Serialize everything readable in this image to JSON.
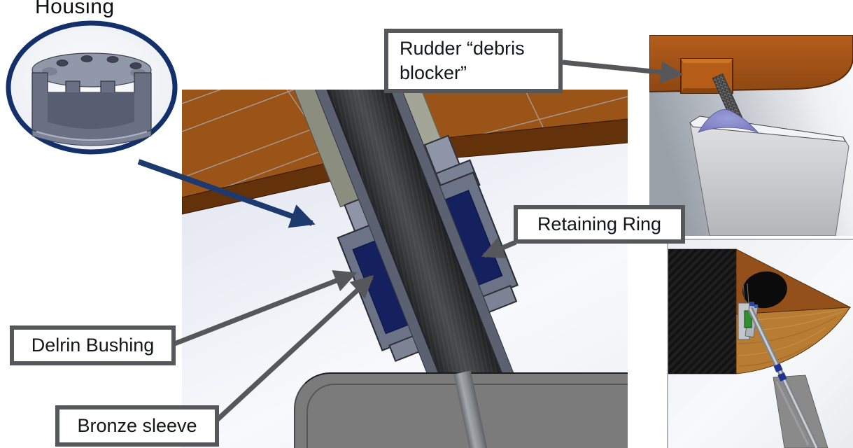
{
  "slide": {
    "housing_title": "Housing",
    "callouts": {
      "debris_blocker": {
        "line1": "Rudder “debris",
        "line2": "blocker”"
      },
      "retaining_ring": {
        "label": "Retaining Ring"
      },
      "delrin_bushing": {
        "label": "Delrin Bushing"
      },
      "bronze_sleeve": {
        "label": "Bronze sleeve"
      }
    }
  },
  "colors": {
    "label_border": "#55575b",
    "label_text": "#131519",
    "leader_gray": "#55575b",
    "leader_blue": "#1c3a6e",
    "circle_blue": "#14306b",
    "deck_orange": "#9a5418",
    "deck_edge_dark": "#63310a",
    "housing_slate": "#6d7386",
    "bushing_navy": "#15215f",
    "sleeve_gray": "#989dab",
    "shaft_dark": "#313335",
    "hull_orange": "#b55d1c",
    "fillet_purple": "#8486c6",
    "rudder_blade_white": "#d9dadd",
    "carbon_black": "#121212",
    "wood_orange": "#b87c33",
    "blade_gray": "#8a8a8a",
    "fairing_gray": "#7b7b7b"
  }
}
